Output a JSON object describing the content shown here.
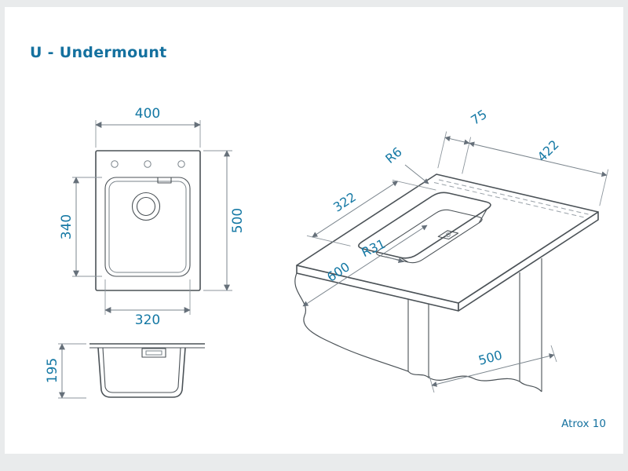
{
  "window": {
    "title": "U - Undermount",
    "model_label": "Atrox 10"
  },
  "colors": {
    "accent": "#1478a4",
    "line": "#4b5257",
    "dim_line": "#7b858d",
    "background": "#e9ebec",
    "sheet": "#ffffff"
  },
  "top_view": {
    "dim_outer_width": "400",
    "dim_outer_height": "500",
    "dim_bowl_height": "340",
    "dim_bowl_width": "320"
  },
  "side_view": {
    "dim_depth": "195"
  },
  "iso_view": {
    "dim_edge_lip": "75",
    "dim_edge_drainer": "422",
    "radius_edge": "R6",
    "dim_cutout_length": "322",
    "radius_cutout_corner": "R31",
    "dim_counter_depth": "600",
    "dim_counter_width": "500"
  }
}
